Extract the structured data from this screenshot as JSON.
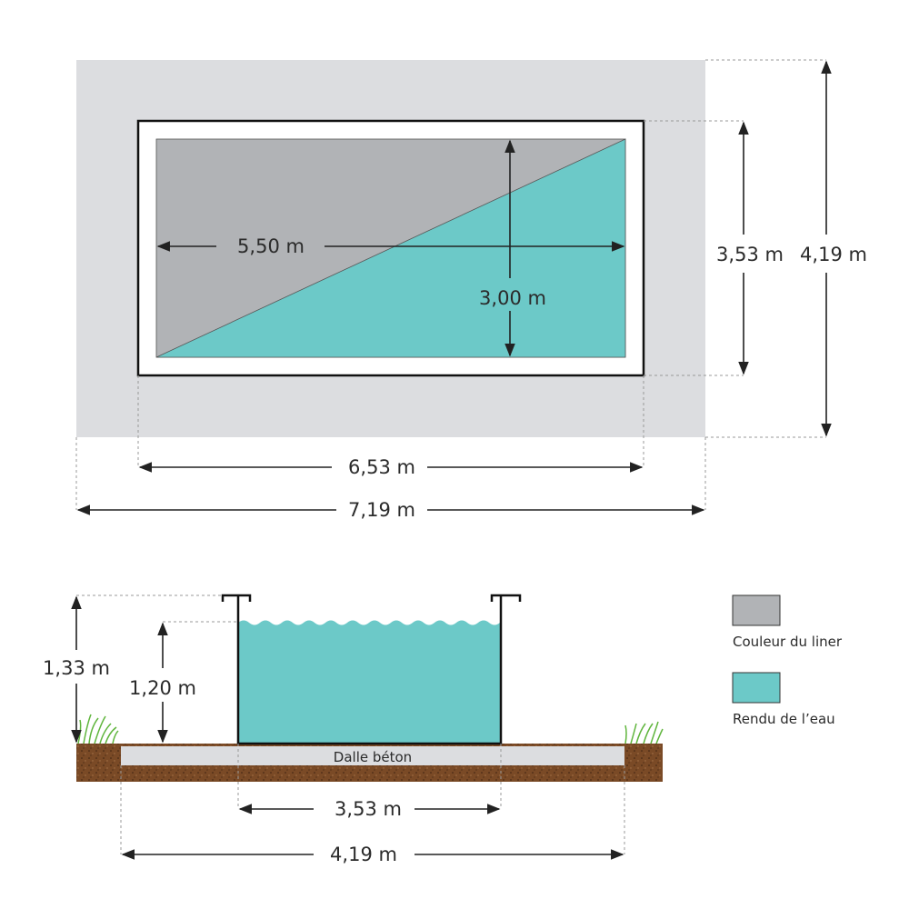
{
  "top_view": {
    "inner_length": "5,50 m",
    "inner_width": "3,00 m",
    "frame_width": "3,53 m",
    "outer_width": "4,19 m",
    "frame_length": "6,53 m",
    "outer_length": "7,19 m"
  },
  "side_view": {
    "total_height": "1,33 m",
    "water_height": "1,20 m",
    "slab_label": "Dalle béton",
    "pool_width": "3,53 m",
    "slab_width": "4,19 m"
  },
  "legend": [
    {
      "label": "Couleur du liner",
      "color": "#b1b3b6"
    },
    {
      "label": "Rendu de l’eau",
      "color": "#6cc9c8"
    }
  ],
  "colors": {
    "surround": "#dcdde0",
    "liner": "#b1b3b6",
    "water": "#6cc9c8",
    "soil": "#7a4a26",
    "grass": "#5fb53c"
  }
}
